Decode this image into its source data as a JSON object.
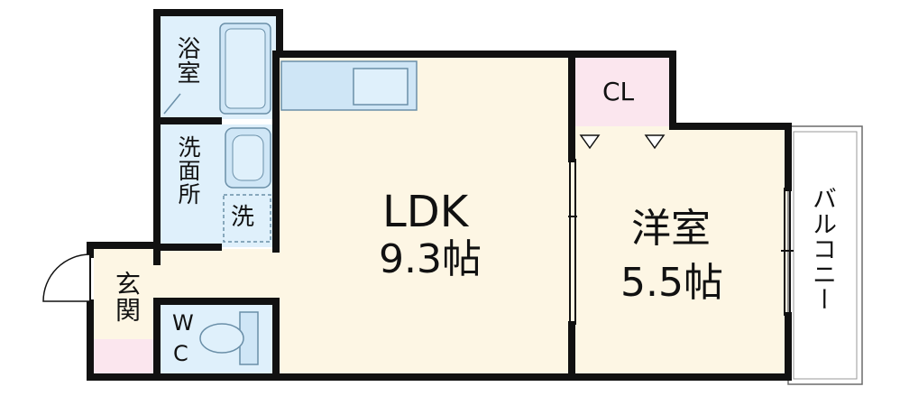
{
  "rooms": {
    "bath": "浴室",
    "washroom": "洗面所",
    "washer": "洗",
    "ldk_name": "LDK",
    "ldk_size": "9.3帖",
    "western_name": "洋室",
    "western_size": "5.5帖",
    "closet": "CL",
    "entrance": "玄関",
    "toilet_w": "W",
    "toilet_c": "C",
    "balcony": "バルコニー"
  },
  "colors": {
    "wall": "#111111",
    "room_floor": "#fdf6e4",
    "wet_area": "#dff0fb",
    "closet": "#fbe6ee",
    "fixture": "#cfe6f6",
    "fixture_line": "#6a8fa8"
  }
}
